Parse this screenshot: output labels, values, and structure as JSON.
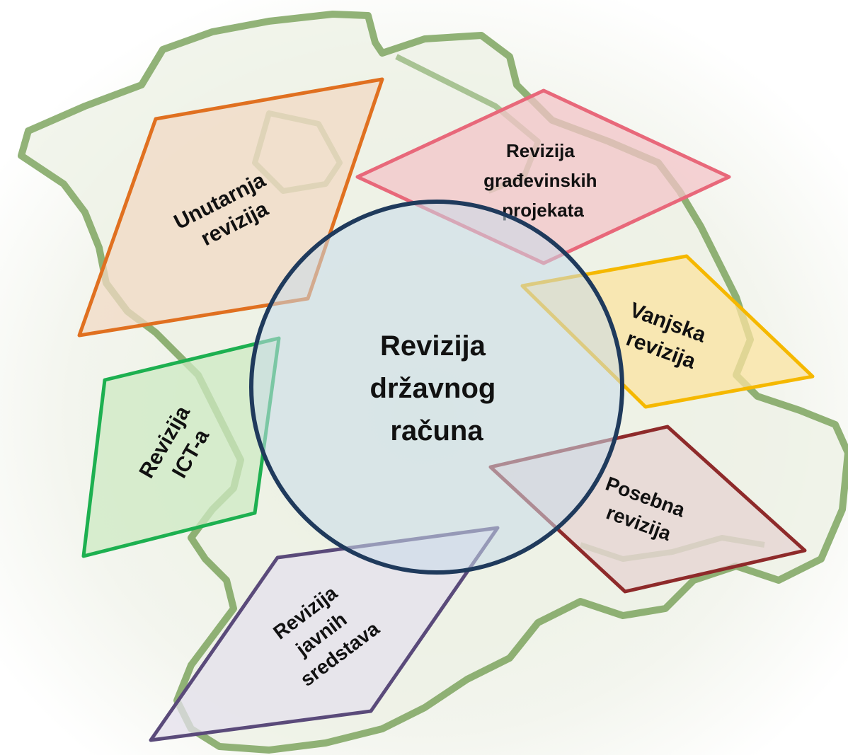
{
  "center": {
    "lines": [
      "Revizija",
      "državnog",
      "računa"
    ]
  },
  "nodes": [
    {
      "id": "unutarnja",
      "lines": [
        "Unutarnja",
        "revizija"
      ],
      "color": "#E07020",
      "fill": "#F2D9C4"
    },
    {
      "id": "gradevinskih",
      "lines": [
        "Revizija",
        "građevinskih",
        "projekata"
      ],
      "color": "#E8687A",
      "fill": "#F3C4C8"
    },
    {
      "id": "vanjska",
      "lines": [
        "Vanjska",
        "revizija"
      ],
      "color": "#F5B800",
      "fill": "#FBE3A0"
    },
    {
      "id": "ict",
      "lines": [
        "Revizija",
        "ICT-a"
      ],
      "color": "#1DB050",
      "fill": "#CDE9C3"
    },
    {
      "id": "posebna",
      "lines": [
        "Posebna",
        "revizija"
      ],
      "color": "#8E2A2A",
      "fill": "#E6D3D2"
    },
    {
      "id": "javnih",
      "lines": [
        "Revizija",
        "javnih",
        "sredstava"
      ],
      "color": "#5A4A7A",
      "fill": "#E4E0EC"
    }
  ],
  "colors": {
    "circle_stroke": "#1F3A5C",
    "circle_fill": "#C9DAEA",
    "map_border": "#6E9A4C",
    "map_fill": "#EEF2E6"
  }
}
